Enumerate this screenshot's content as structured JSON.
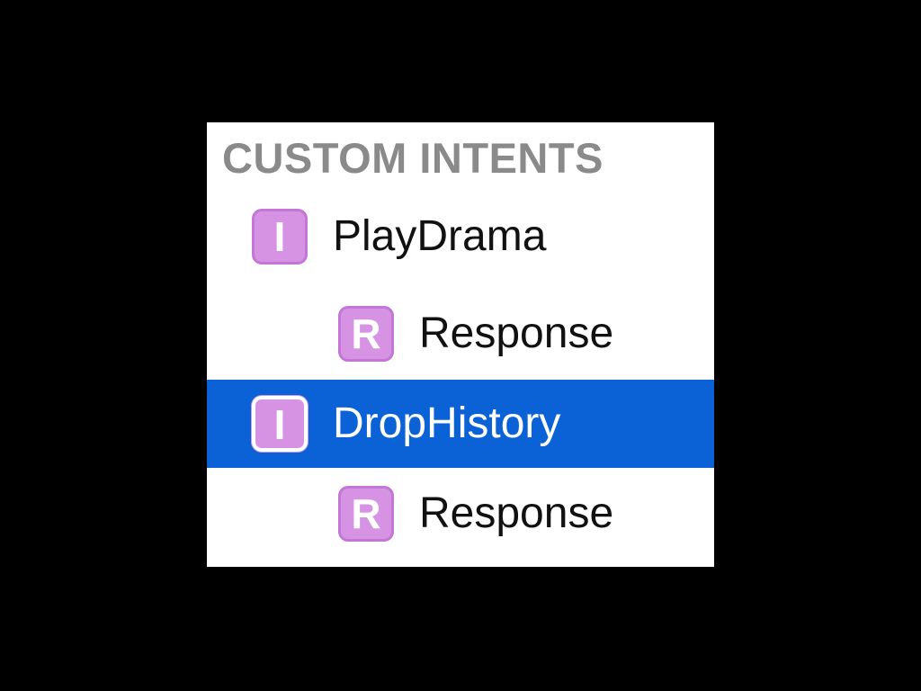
{
  "outline": {
    "section_header": "CUSTOM INTENTS",
    "items": [
      {
        "label": "PlayDrama",
        "badge": "I",
        "icon": "intent-icon",
        "level": 0,
        "selected": false
      },
      {
        "label": "Response",
        "badge": "R",
        "icon": "response-icon",
        "level": 1,
        "selected": false
      },
      {
        "label": "DropHistory",
        "badge": "I",
        "icon": "intent-icon",
        "level": 0,
        "selected": true
      },
      {
        "label": "Response",
        "badge": "R",
        "icon": "response-icon",
        "level": 1,
        "selected": false
      }
    ]
  },
  "colors": {
    "background": "#000000",
    "panel": "#ffffff",
    "header_text": "#8a8a8a",
    "selection": "#0b62d6",
    "badge_fill": "#d693e4"
  }
}
